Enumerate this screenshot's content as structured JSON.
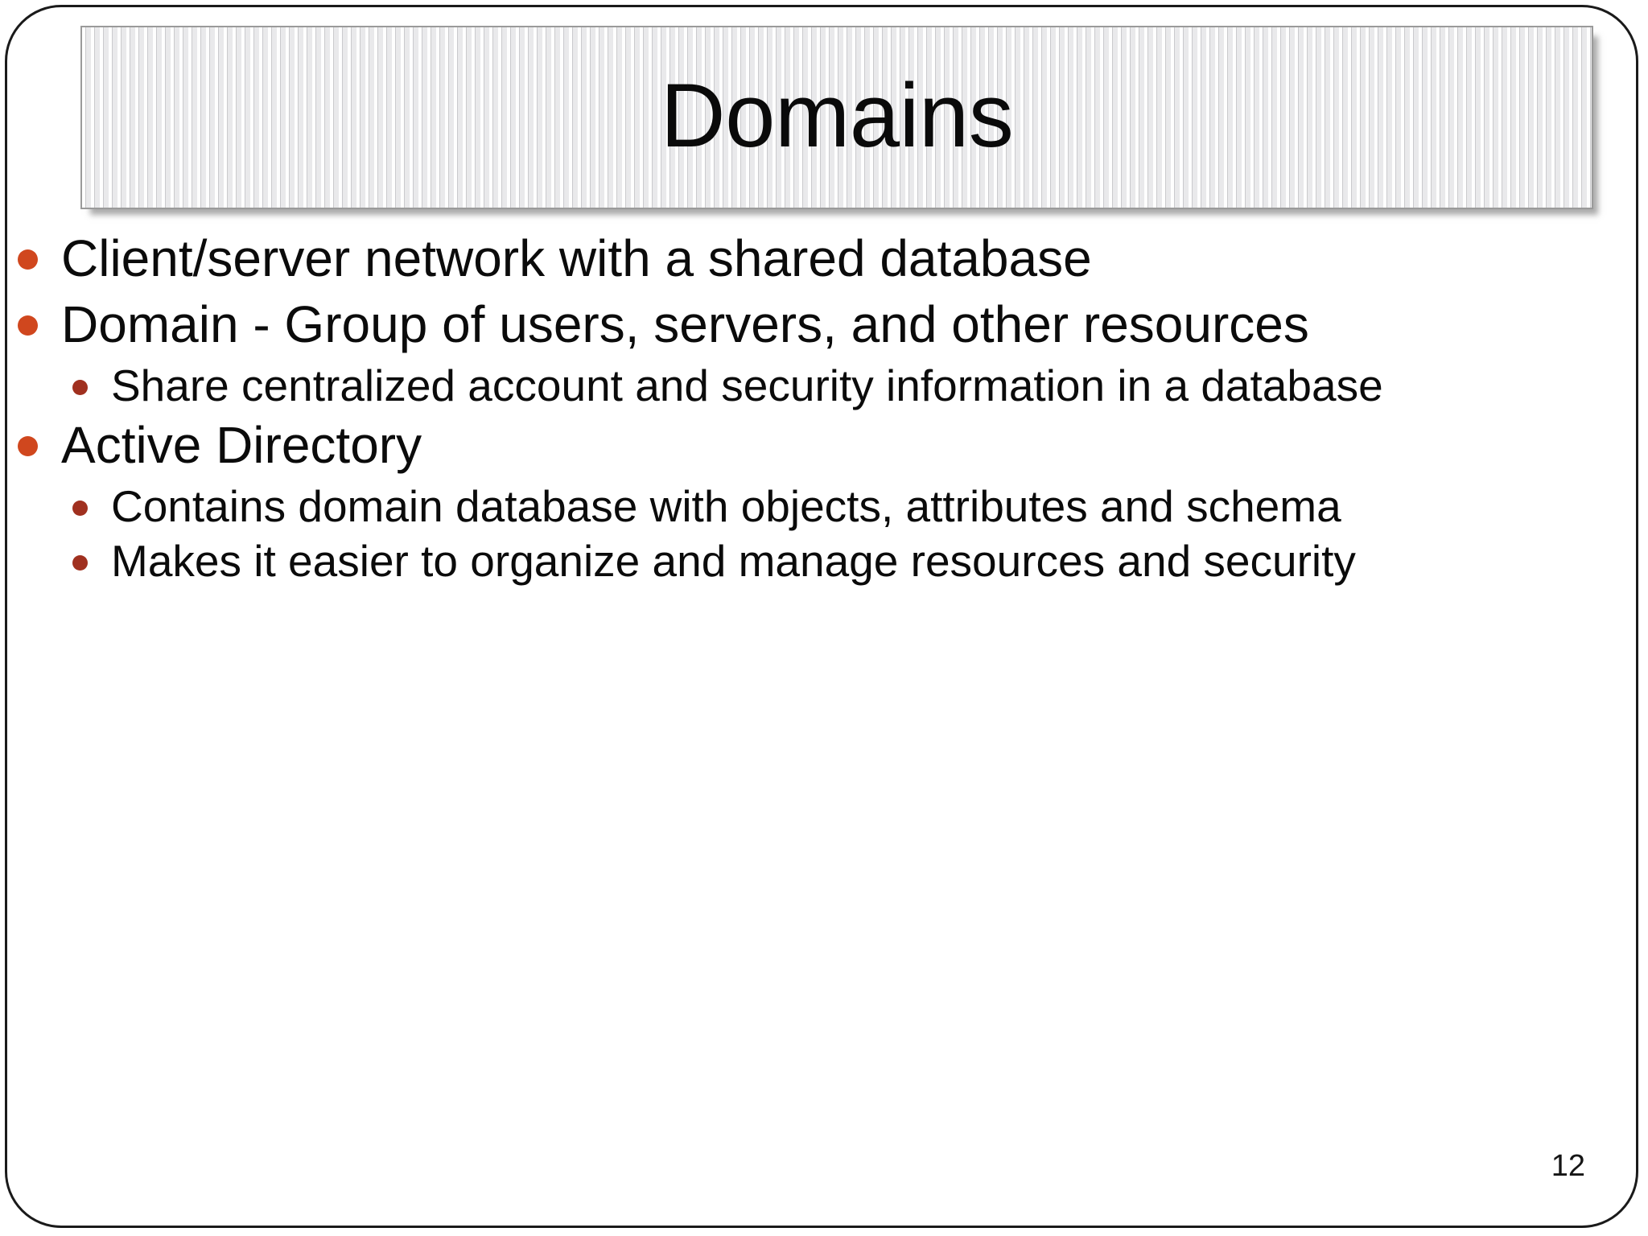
{
  "slide": {
    "title": "Domains",
    "page_number": "12",
    "accent_colors": {
      "level1_bullet": "#d0471e",
      "level2_bullet": "#a0301f",
      "title_bar_background": "#e9e9e9",
      "title_bar_border": "#9a9a9a",
      "text": "#0b0b0b",
      "slide_border": "#1a1a1a",
      "slide_background": "#ffffff"
    },
    "bullets": [
      {
        "level": 1,
        "text": "Client/server network with a shared database"
      },
      {
        "level": 1,
        "text": "Domain - Group of users, servers, and other resources"
      },
      {
        "level": 2,
        "text": "Share centralized account and security information in a database"
      },
      {
        "level": 1,
        "text": "Active Directory"
      },
      {
        "level": 2,
        "text": "Contains domain database with objects, attributes and schema"
      },
      {
        "level": 2,
        "text": "Makes it easier to organize and manage resources and security"
      }
    ]
  }
}
